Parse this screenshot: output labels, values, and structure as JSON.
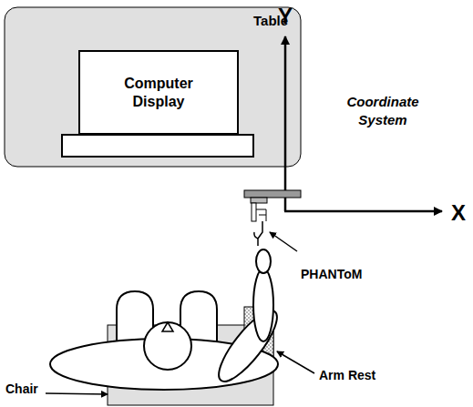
{
  "diagram": {
    "nodes": [
      {
        "text": [
          "Table"
        ]
      },
      {
        "text": [
          "Computer Display"
        ],
        "in": 0
      }
    ],
    "labels": [
      "Y",
      "Coordinate System",
      "X",
      "PHANToM",
      "Arm Rest",
      "Chair"
    ]
  }
}
